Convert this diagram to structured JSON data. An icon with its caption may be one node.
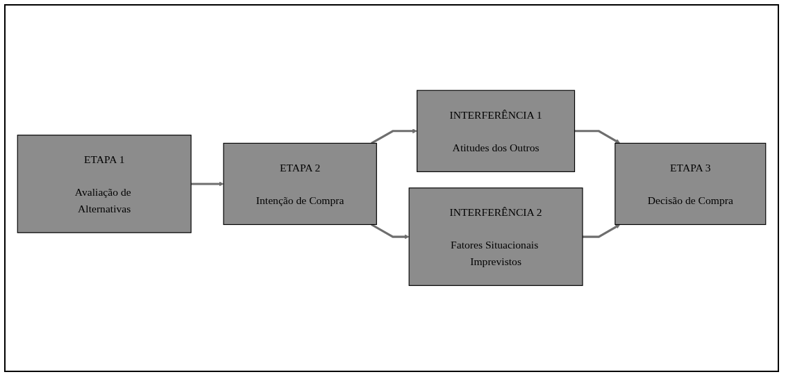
{
  "diagram": {
    "nodes": [
      {
        "text": [
          "ETAPA 1",
          "Avaliação de Alternativas"
        ]
      },
      {
        "text": [
          "ETAPA 2",
          "Intenção de Compra"
        ]
      },
      {
        "text": [
          "INTERFERÊNCIA 1",
          "Atitudes dos Outros"
        ]
      },
      {
        "text": [
          "INTERFERÊNCIA 2",
          "Fatores Situacionais Imprevistos"
        ]
      },
      {
        "text": [
          "ETAPA 3",
          "Decisão de Compra"
        ]
      }
    ],
    "edges": [
      {
        "from": 0,
        "to": 1,
        "arrow": "to"
      },
      {
        "from": 1,
        "to": 2,
        "arrow": "to"
      },
      {
        "from": 1,
        "to": 3,
        "arrow": "to"
      },
      {
        "from": 2,
        "to": 4,
        "arrow": "to"
      },
      {
        "from": 3,
        "to": 4,
        "arrow": "to"
      }
    ]
  }
}
